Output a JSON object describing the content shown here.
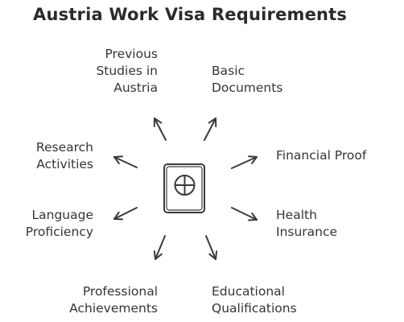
{
  "title": "Austria Work Visa Requirements",
  "center_icon": "circled-plus-icon",
  "colors": {
    "stroke": "#3a3a3a",
    "text": "#353535"
  },
  "items": [
    {
      "lines": [
        "Previous",
        "Studies in",
        "Austria"
      ]
    },
    {
      "lines": [
        "Basic",
        "Documents"
      ]
    },
    {
      "lines": [
        "Financial Proof"
      ]
    },
    {
      "lines": [
        "Health",
        "Insurance"
      ]
    },
    {
      "lines": [
        "Educational",
        "Qualifications"
      ]
    },
    {
      "lines": [
        "Professional",
        "Achievements"
      ]
    },
    {
      "lines": [
        "Language",
        "Proficiency"
      ]
    },
    {
      "lines": [
        "Research",
        "Activities"
      ]
    }
  ]
}
